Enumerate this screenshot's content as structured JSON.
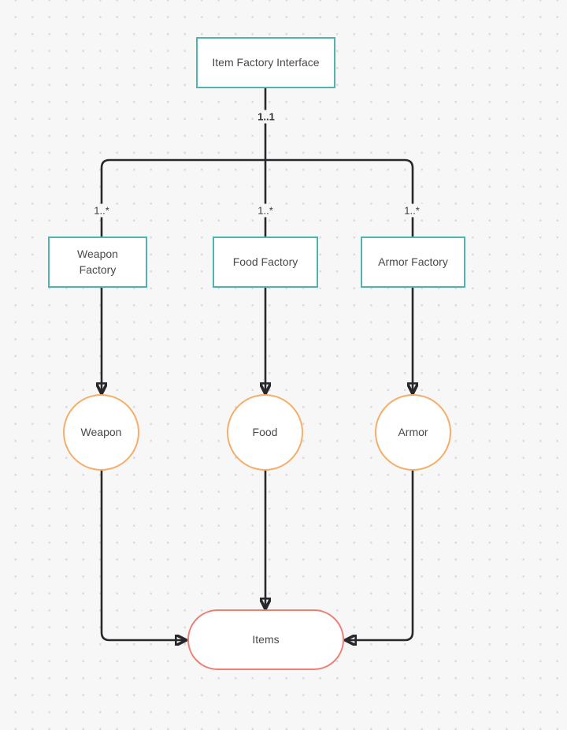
{
  "canvas": {
    "background_color": "#f7f7f8",
    "dot_color": "#dbdbdf",
    "connector_color": "#28282c"
  },
  "colors": {
    "factory_border_teal": "#4fb3ae",
    "product_border_orange": "#f3ae6c",
    "items_border_red": "#ee7d73"
  },
  "nodes": {
    "interface": {
      "label": "Item Factory Interface",
      "shape": "rectangle",
      "border": "teal"
    },
    "weapon_factory": {
      "label": "Weapon Factory",
      "shape": "rectangle",
      "border": "teal"
    },
    "food_factory": {
      "label": "Food Factory",
      "shape": "rectangle",
      "border": "teal"
    },
    "armor_factory": {
      "label": "Armor Factory",
      "shape": "rectangle",
      "border": "teal"
    },
    "weapon": {
      "label": "Weapon",
      "shape": "circle",
      "border": "orange"
    },
    "food": {
      "label": "Food",
      "shape": "circle",
      "border": "orange"
    },
    "armor": {
      "label": "Armor",
      "shape": "circle",
      "border": "orange"
    },
    "items": {
      "label": "Items",
      "shape": "pill",
      "border": "red"
    }
  },
  "edge_labels": {
    "root_multiplicity": "1..1",
    "weapon_multiplicity": "1..*",
    "food_multiplicity": "1..*",
    "armor_multiplicity": "1..*"
  },
  "edges": [
    {
      "from": "interface",
      "to": "weapon_factory",
      "arrow": false
    },
    {
      "from": "interface",
      "to": "food_factory",
      "arrow": false
    },
    {
      "from": "interface",
      "to": "armor_factory",
      "arrow": false
    },
    {
      "from": "weapon_factory",
      "to": "weapon",
      "arrow": true
    },
    {
      "from": "food_factory",
      "to": "food",
      "arrow": true
    },
    {
      "from": "armor_factory",
      "to": "armor",
      "arrow": true
    },
    {
      "from": "weapon",
      "to": "items",
      "arrow": true
    },
    {
      "from": "food",
      "to": "items",
      "arrow": true
    },
    {
      "from": "armor",
      "to": "items",
      "arrow": true
    }
  ]
}
